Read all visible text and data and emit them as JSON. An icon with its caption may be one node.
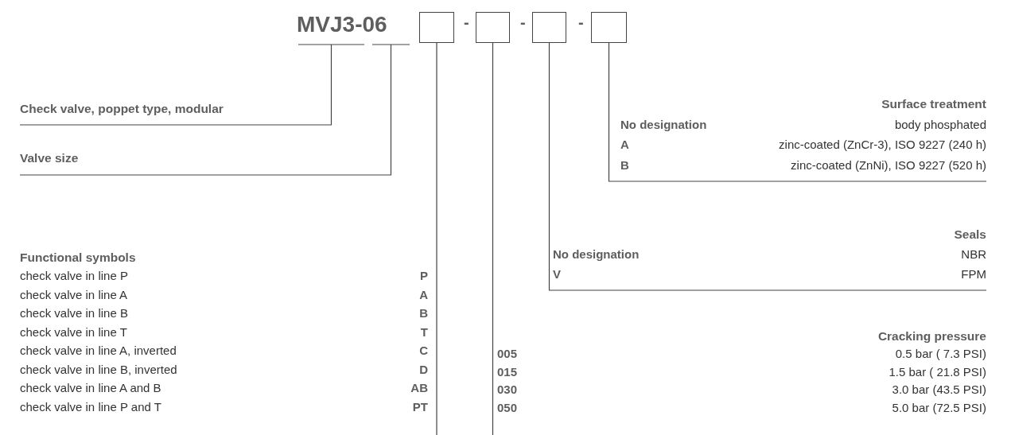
{
  "diagram": {
    "nodes": [
      {
        "text": [
          "MVJ3-06"
        ]
      },
      {
        "text": [],
        "shape": "box"
      },
      {
        "text": [],
        "shape": "box"
      },
      {
        "text": [],
        "shape": "box"
      },
      {
        "text": [],
        "shape": "box"
      },
      {
        "text": [
          "Check valve, poppet type, modular"
        ]
      },
      {
        "text": [
          "Valve size"
        ]
      },
      {
        "text": [
          "Surface treatment",
          "No designation",
          "body phosphated",
          "A",
          "zinc-coated (ZnCr-3), ISO 9227 (240 h)",
          "B",
          "zinc-coated (ZnNi), ISO 9227 (520 h)"
        ]
      },
      {
        "text": [
          "Seals",
          "No designation",
          "NBR",
          "V",
          "FPM"
        ]
      },
      {
        "text": [
          "Functional symbols",
          "check valve in line P",
          "P",
          "check valve in line A",
          "A",
          "check valve in line B",
          "B",
          "check valve in line T",
          "T",
          "check valve in line A, inverted",
          "C",
          "check valve in line B, inverted",
          "D",
          "check valve in line A and B",
          "AB",
          "check valve in line P and T",
          "PT"
        ]
      },
      {
        "text": [
          "Cracking pressure",
          "005",
          "0.5 bar ( 7.3 PSI)",
          "015",
          "1.5 bar ( 21.8 PSI)",
          "030",
          "3.0 bar (43.5 PSI)",
          "050",
          "5.0 bar (72.5 PSI)"
        ]
      }
    ],
    "edges": [
      {
        "from": 0,
        "to": 5,
        "arrow": "none"
      },
      {
        "from": 0,
        "to": 6,
        "arrow": "none"
      },
      {
        "from": 1,
        "to": 9,
        "arrow": "none"
      },
      {
        "from": 2,
        "to": 10,
        "arrow": "none"
      },
      {
        "from": 3,
        "to": 8,
        "arrow": "none"
      },
      {
        "from": 4,
        "to": 7,
        "arrow": "none"
      }
    ],
    "labels": [
      "-",
      "-",
      "-"
    ]
  }
}
